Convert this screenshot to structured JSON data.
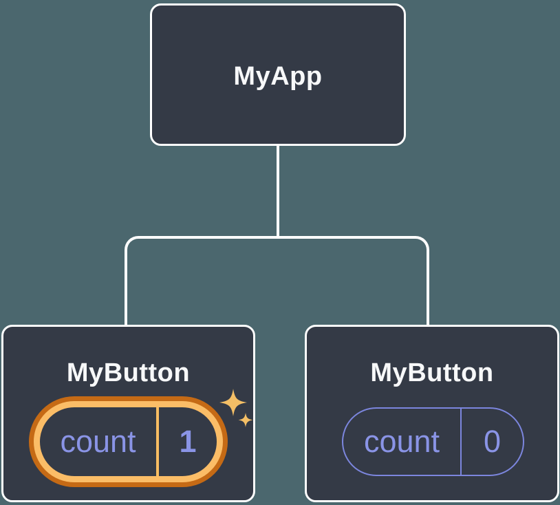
{
  "diagram": {
    "type": "component-tree",
    "root": {
      "label": "MyApp"
    },
    "children": [
      {
        "label": "MyButton",
        "state": {
          "label": "count",
          "value": "1"
        },
        "highlighted": true,
        "icon": "sparkles-icon"
      },
      {
        "label": "MyButton",
        "state": {
          "label": "count",
          "value": "0"
        },
        "highlighted": false
      }
    ]
  },
  "colors": {
    "background": "#4B676E",
    "card_fill": "#343A46",
    "card_border": "#FFFFFF",
    "connector": "#FFFFFF",
    "title_text": "#F7F8F9",
    "state_text": "#8A94E6",
    "state_outline": "#7C86DE",
    "highlight_ring_outer": "#C56A15",
    "highlight_ring_inner": "#FBBD67",
    "sparkle": "#F4BF66"
  },
  "icons": {
    "sparkles": "✦"
  }
}
